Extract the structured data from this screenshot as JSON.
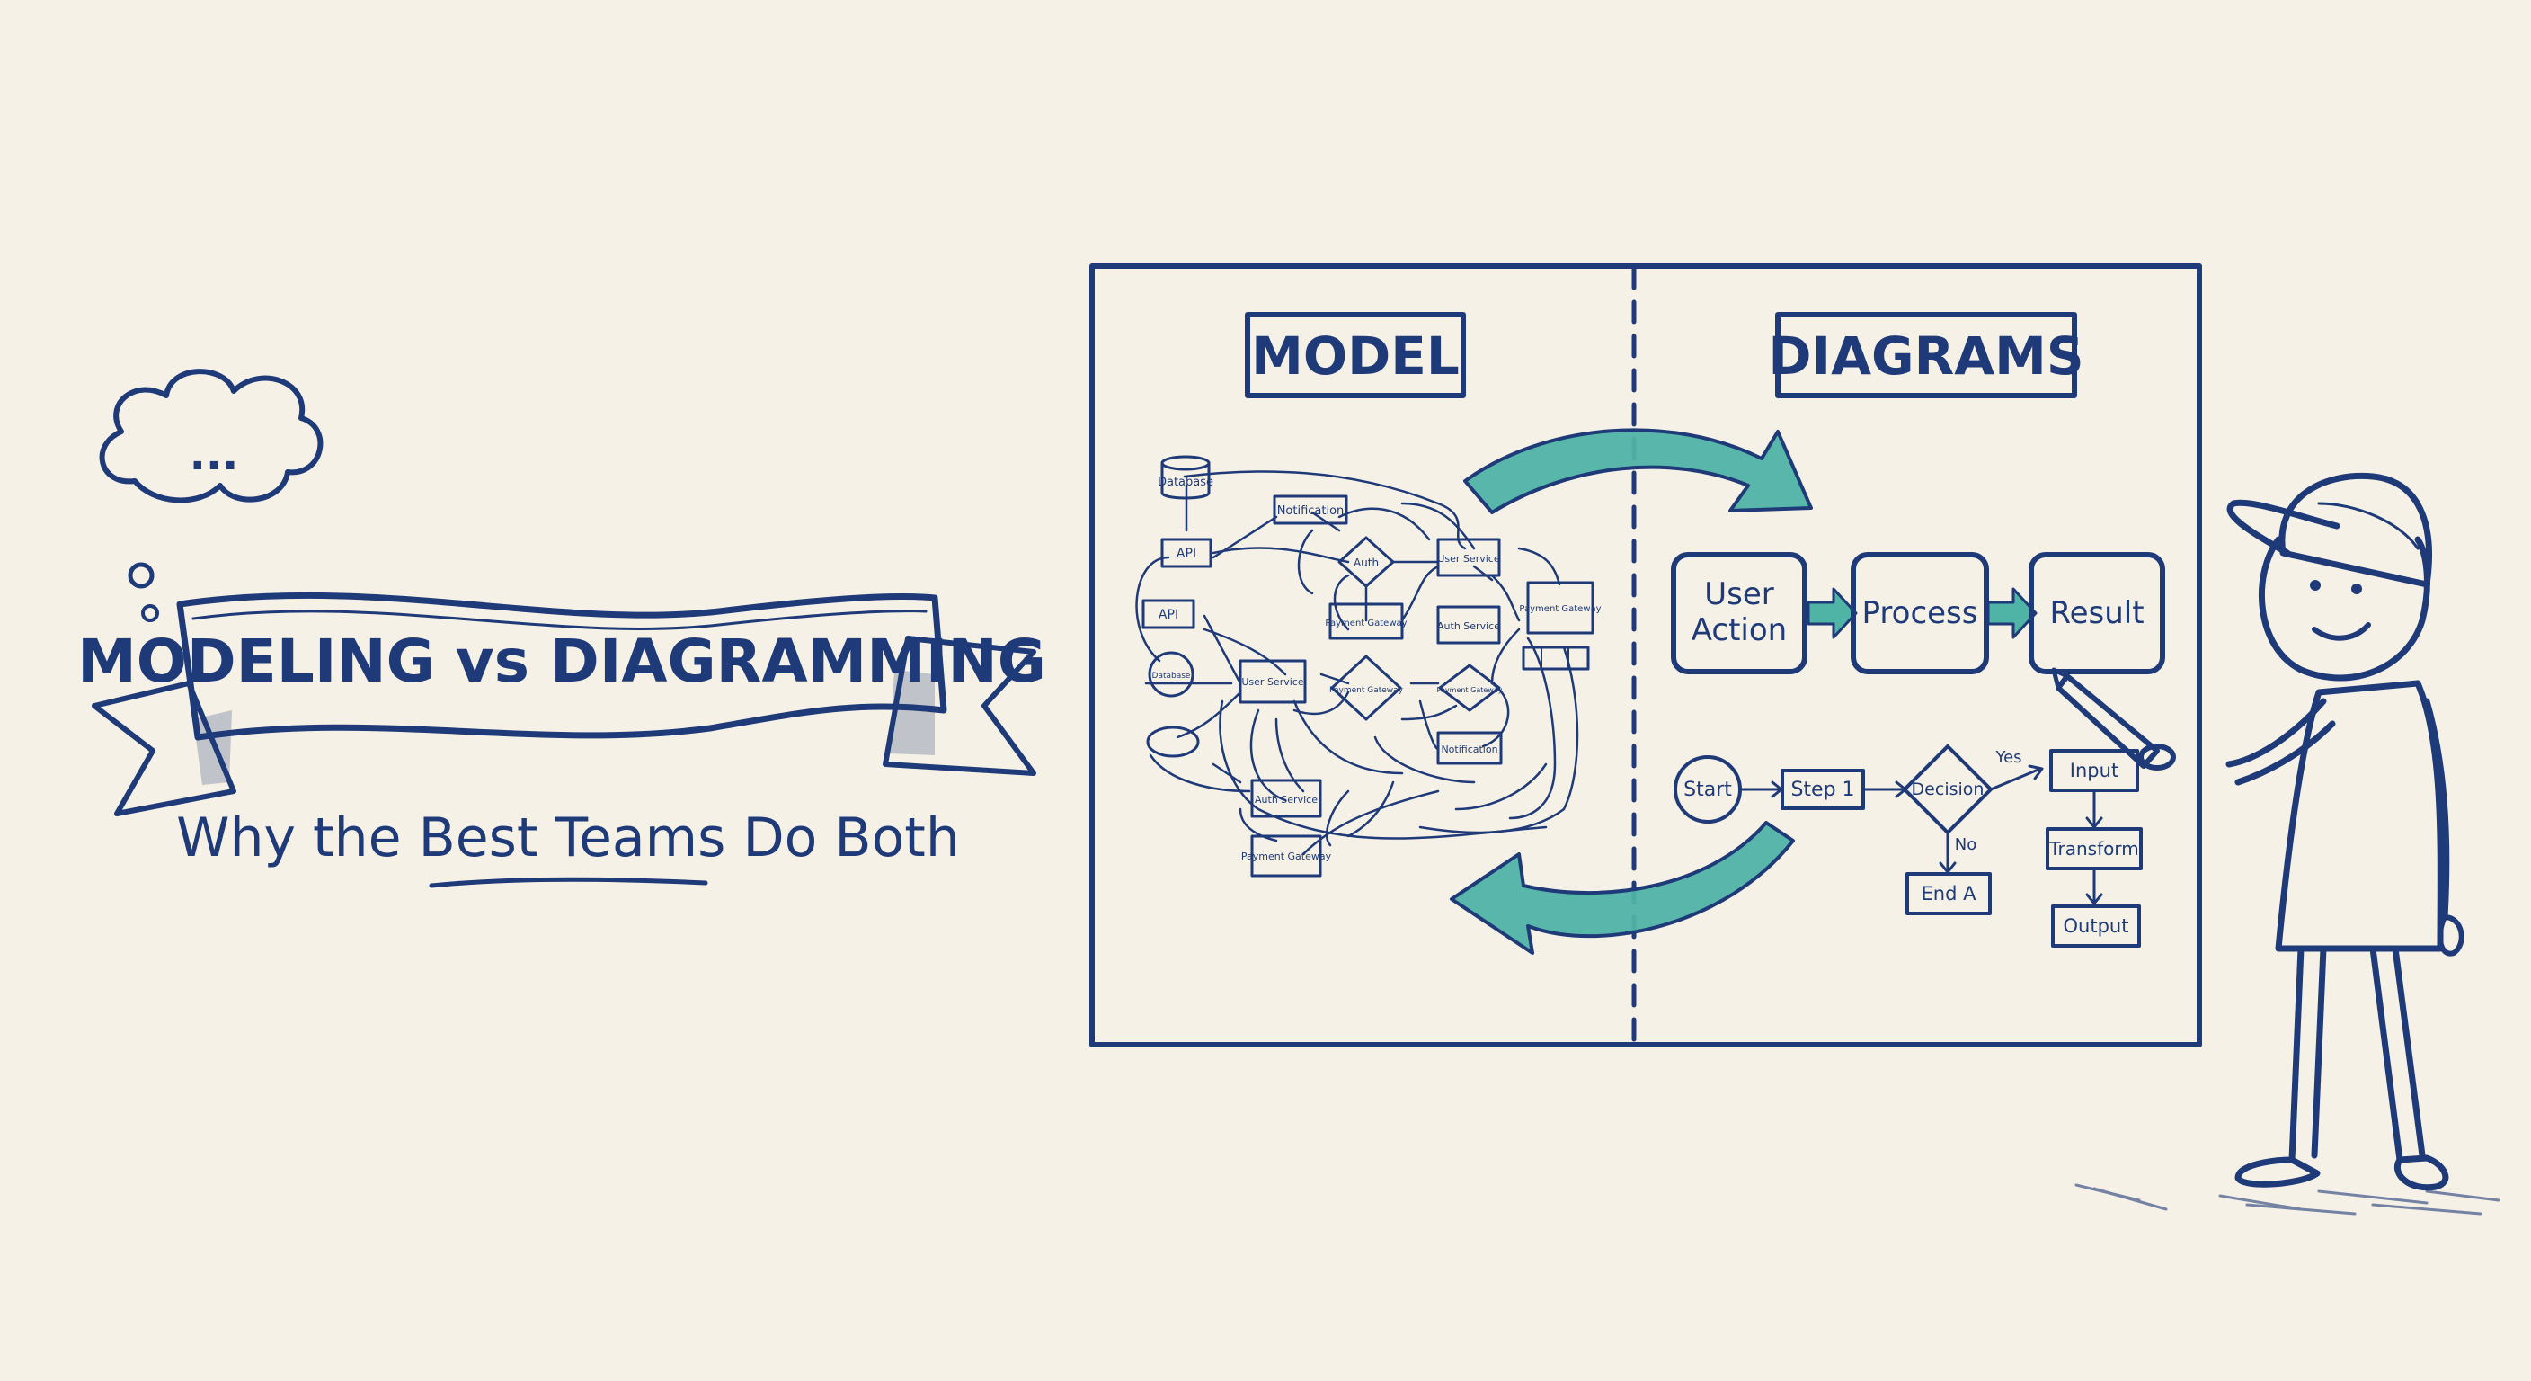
{
  "colors": {
    "background": "#f6f1e6",
    "ink": "#1f3a78",
    "accent_teal": "#4fb3a6"
  },
  "thought_bubble": {
    "text": "..."
  },
  "banner": {
    "title": "MODELING vs DIAGRAMMING",
    "subtitle": "Why the Best Teams Do Both"
  },
  "board": {
    "left_heading": "MODEL",
    "right_heading": "DIAGRAMS"
  },
  "model_nodes": [
    "Database",
    "Notification",
    "API",
    "Auth",
    "User Service",
    "API",
    "Payment Gateway",
    "Auth Service",
    "Payment Gateway",
    "Database",
    "User Service",
    "Payment Gateway",
    "Payment Gateway",
    "Notification",
    "Auth Service",
    "Payment Gateway"
  ],
  "simple_flow": [
    "User Action",
    "Process",
    "Result"
  ],
  "flowchart": {
    "start": "Start",
    "step1": "Step 1",
    "decision": "Decision",
    "yes": "Yes",
    "no": "No",
    "end_a": "End A",
    "input": "Input",
    "transform": "Transform",
    "output": "Output"
  }
}
